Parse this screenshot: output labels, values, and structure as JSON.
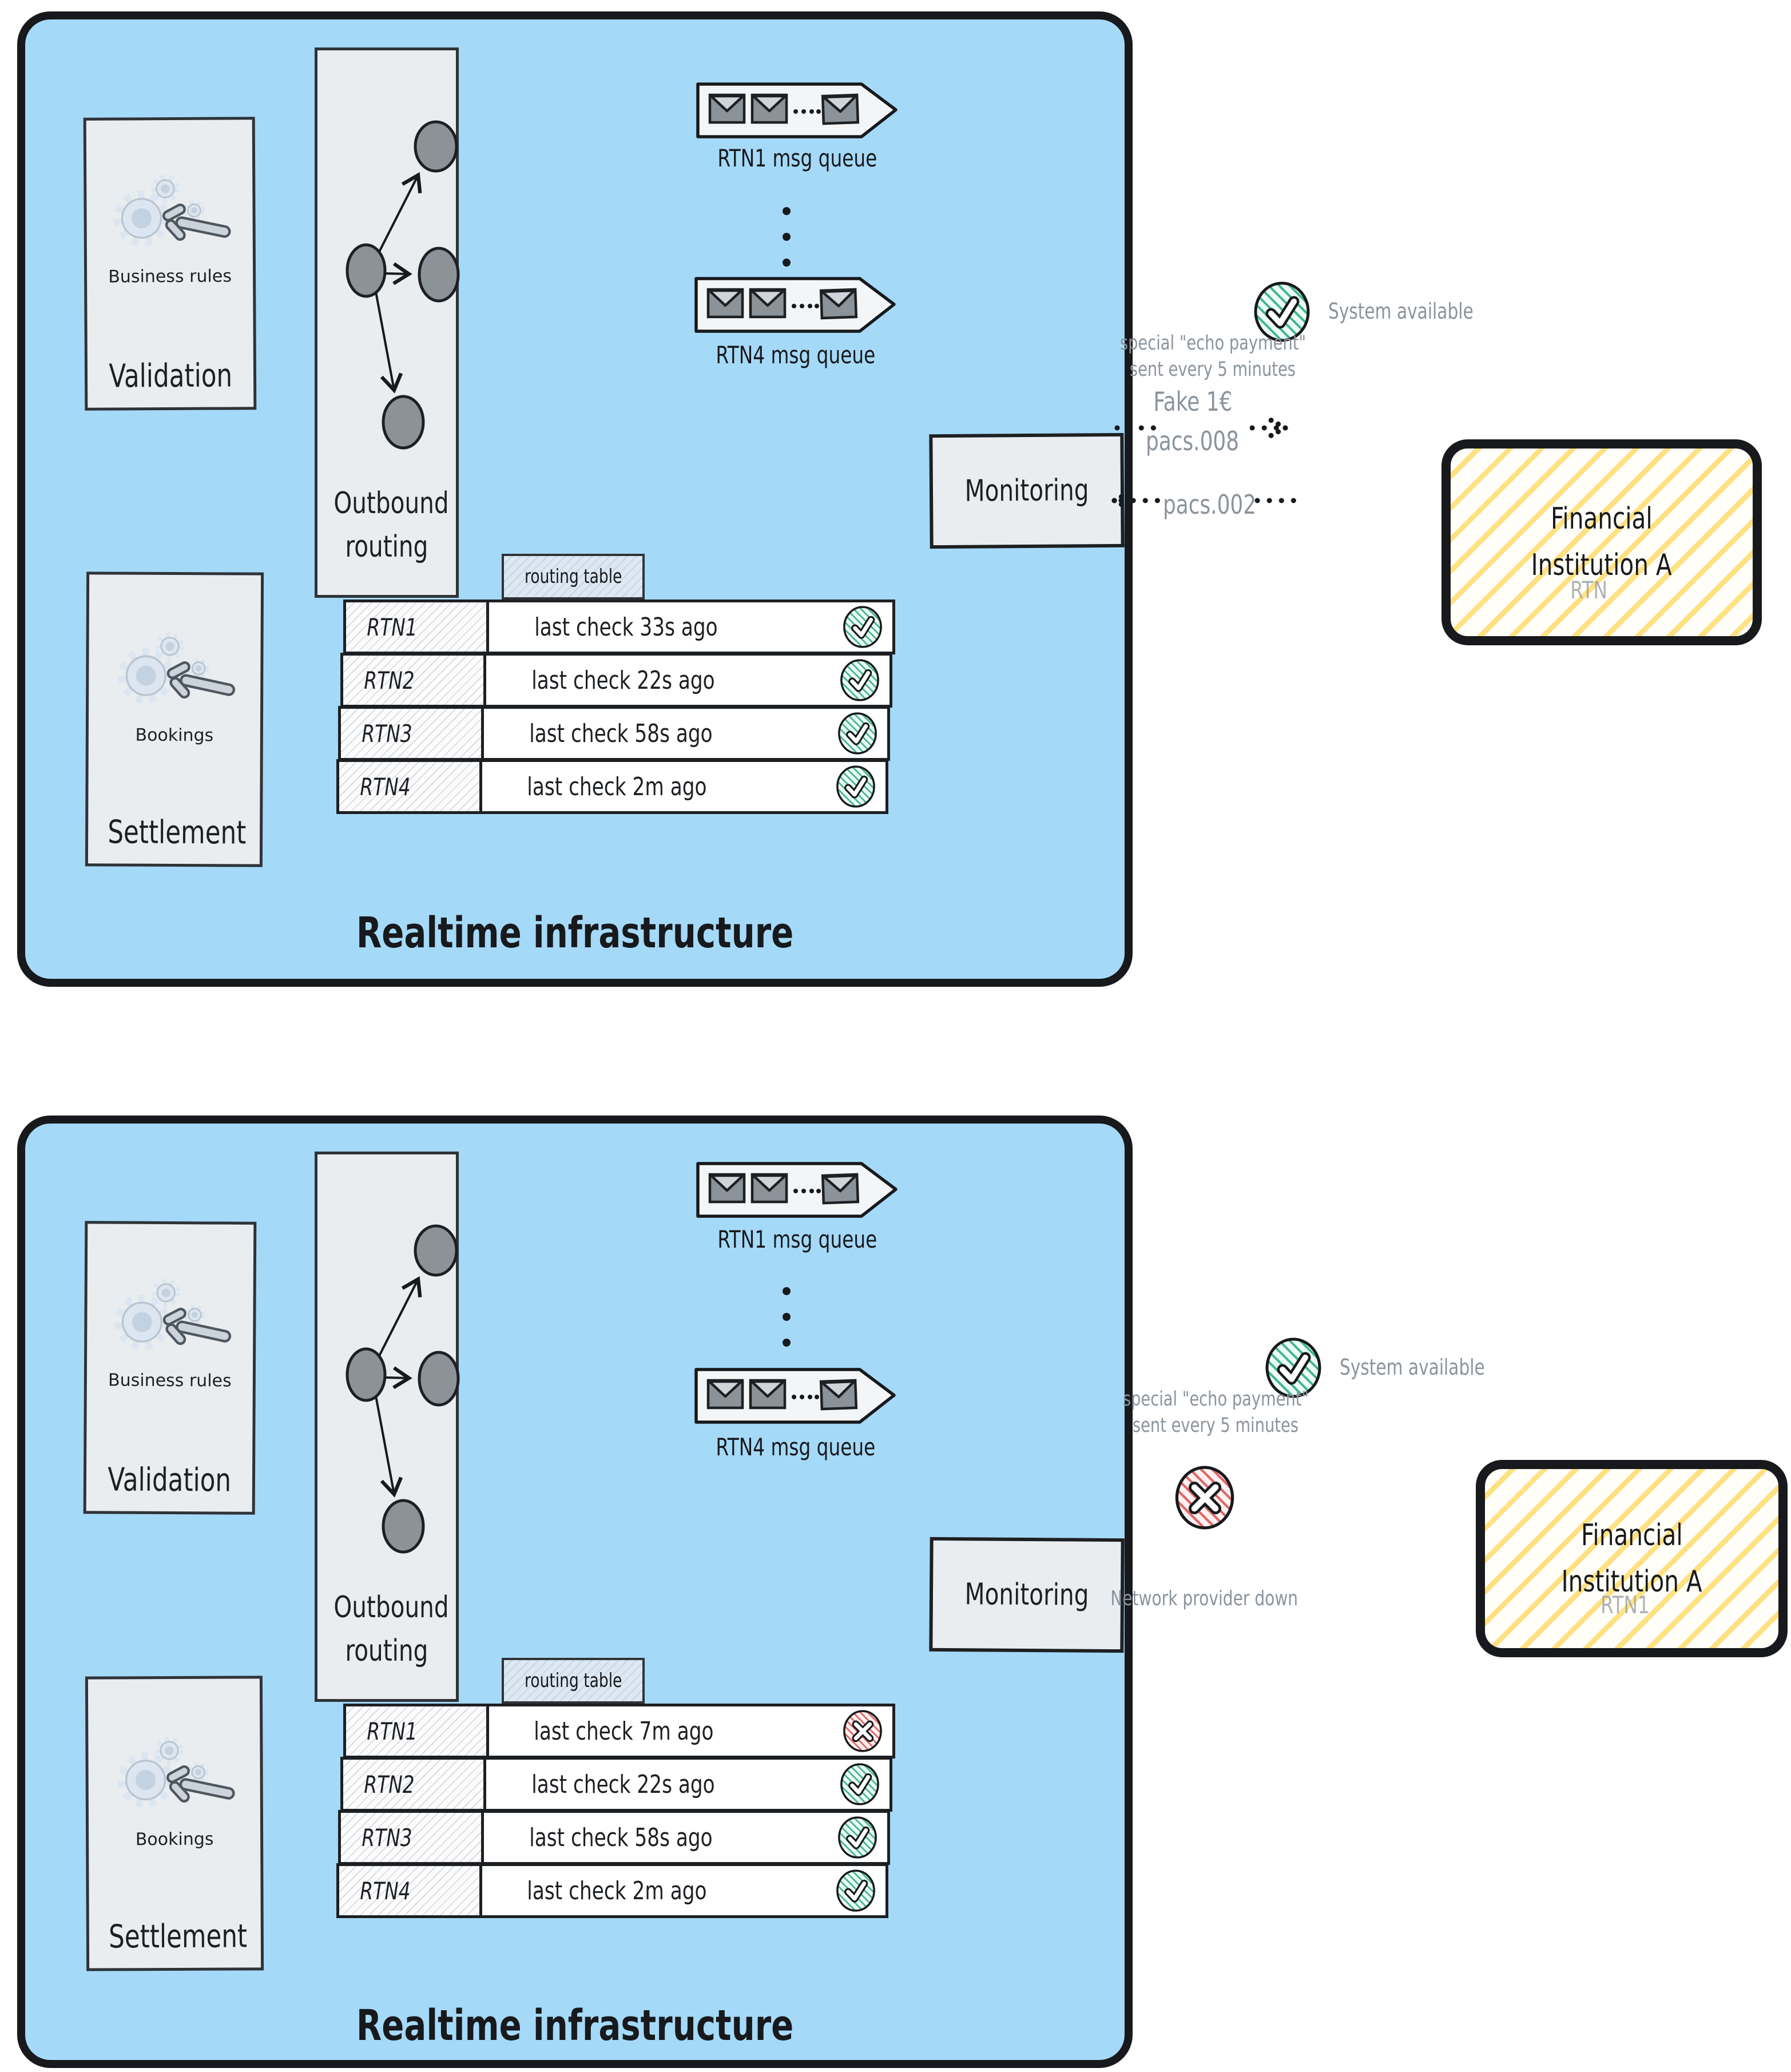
{
  "colors": {
    "board_fill": "#a5d9f8",
    "board_border": "#17191c",
    "panel_fill": "#e9edf0",
    "ink": "#1d2023",
    "muted_text": "#8b939c",
    "status_ok_green": "#2aa17c",
    "status_error_red": "#d64545",
    "fi_hatch_yellow": "#ffd95c"
  },
  "icons": {
    "gears_wrench": "gears-wrench-icon",
    "envelope": "envelope-icon",
    "check_circle": "check-circle-icon",
    "cross_circle": "x-circle-icon"
  },
  "top": {
    "title": "Realtime infrastructure",
    "validation": {
      "caption": "Business rules",
      "label": "Validation"
    },
    "settlement": {
      "caption": "Bookings",
      "label": "Settlement"
    },
    "outbound": {
      "label_line1": "Outbound",
      "label_line2": "routing"
    },
    "queue_rtn1": {
      "label": "RTN1 msg queue"
    },
    "queue_rtn4": {
      "label": "RTN4 msg queue"
    },
    "monitoring": {
      "label": "Monitoring"
    },
    "routing_table": {
      "header": "routing table",
      "rows": [
        {
          "name": "RTN1",
          "last_check": "last check 33s ago",
          "status": "ok"
        },
        {
          "name": "RTN2",
          "last_check": "last check 22s ago",
          "status": "ok"
        },
        {
          "name": "RTN3",
          "last_check": "last check 58s ago",
          "status": "ok"
        },
        {
          "name": "RTN4",
          "last_check": "last check 2m ago",
          "status": "ok"
        }
      ]
    },
    "legend": {
      "available": "System available"
    },
    "annotation": {
      "line1": "special \"echo payment\"",
      "line2": "sent every 5 minutes"
    },
    "flow_request": {
      "line1": "Fake 1€",
      "line2": "pacs.008"
    },
    "flow_response": {
      "label": "pacs.002"
    },
    "financial_institution": {
      "line1": "Financial",
      "line2": "Institution A",
      "watermark": "RTN"
    }
  },
  "bottom": {
    "title": "Realtime infrastructure",
    "validation": {
      "caption": "Business rules",
      "label": "Validation"
    },
    "settlement": {
      "caption": "Bookings",
      "label": "Settlement"
    },
    "outbound": {
      "label_line1": "Outbound",
      "label_line2": "routing"
    },
    "queue_rtn1": {
      "label": "RTN1 msg queue"
    },
    "queue_rtn4": {
      "label": "RTN4 msg queue"
    },
    "monitoring": {
      "label": "Monitoring"
    },
    "routing_table": {
      "header": "routing table",
      "rows": [
        {
          "name": "RTN1",
          "last_check": "last check 7m ago",
          "status": "error"
        },
        {
          "name": "RTN2",
          "last_check": "last check 22s ago",
          "status": "ok"
        },
        {
          "name": "RTN3",
          "last_check": "last check 58s ago",
          "status": "ok"
        },
        {
          "name": "RTN4",
          "last_check": "last check 2m ago",
          "status": "ok"
        }
      ]
    },
    "legend": {
      "available": "System available",
      "down": "Network provider down"
    },
    "annotation": {
      "line1": "special \"echo payment\"",
      "line2": "sent every 5 minutes"
    },
    "financial_institution": {
      "line1": "Financial",
      "line2": "Institution A",
      "watermark": "RTN1"
    }
  }
}
